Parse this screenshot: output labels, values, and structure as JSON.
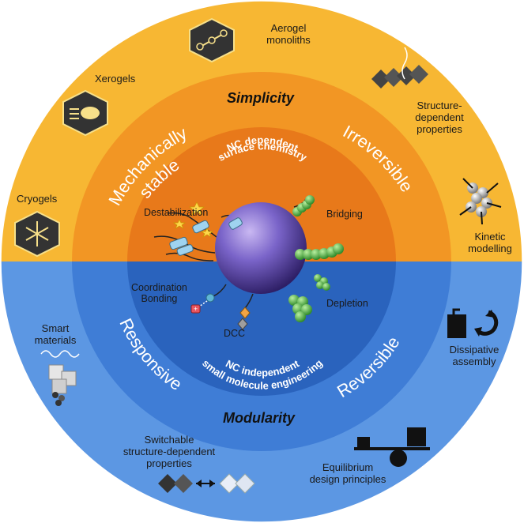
{
  "headers": {
    "top": "Simplicity",
    "bottom": "Modularity"
  },
  "core": {
    "top_line1": "NC dependent",
    "top_line2": "surface chemistry",
    "bottom_line1": "NC independent",
    "bottom_line2": "small molecule engineering"
  },
  "ring_properties": {
    "mechanically": "Mechanically",
    "stable": "stable",
    "irreversible": "Irreversible",
    "responsive": "Responsive",
    "reversible": "Reversible"
  },
  "mechanisms": {
    "destabilization": "Destabilization",
    "bridging": "Bridging",
    "coordination_line1": "Coordination",
    "coordination_line2": "Bonding",
    "depletion": "Depletion",
    "dcc": "DCC"
  },
  "outer": {
    "aerogel_line1": "Aerogel",
    "aerogel_line2": "monoliths",
    "xerogels": "Xerogels",
    "cryogels": "Cryogels",
    "structure_line1": "Structure-",
    "structure_line2": "dependent",
    "structure_line3": "properties",
    "kinetic_line1": "Kinetic",
    "kinetic_line2": "modelling",
    "smart_line1": "Smart",
    "smart_line2": "materials",
    "dissipative_line1": "Dissipative",
    "dissipative_line2": "assembly",
    "switchable_line1": "Switchable",
    "switchable_line2": "structure-dependent",
    "switchable_line3": "properties",
    "equilibrium_line1": "Equilibrium",
    "equilibrium_line2": "design principles"
  },
  "colors": {
    "outer_top": "#f7b733",
    "middle_top": "#f29624",
    "inner_top": "#e8791a",
    "outer_bottom": "#5c97e3",
    "middle_bottom": "#3f7dd6",
    "inner_bottom": "#2a63bd",
    "sphere": "#7a64c9"
  },
  "icons": {
    "aerogel": "hexagon-molecule-icon",
    "xerogel": "hexagon-drying-icon",
    "cryogel": "hexagon-snowflake-icon",
    "structure": "stacked-nanocrystals-icon",
    "kinetic": "scattering-spheres-icon",
    "smart": "cube-stack-icon",
    "dissipative": "fuel-cycle-icon",
    "switchable": "switch-crystals-icon",
    "equilibrium": "seesaw-balance-icon"
  }
}
